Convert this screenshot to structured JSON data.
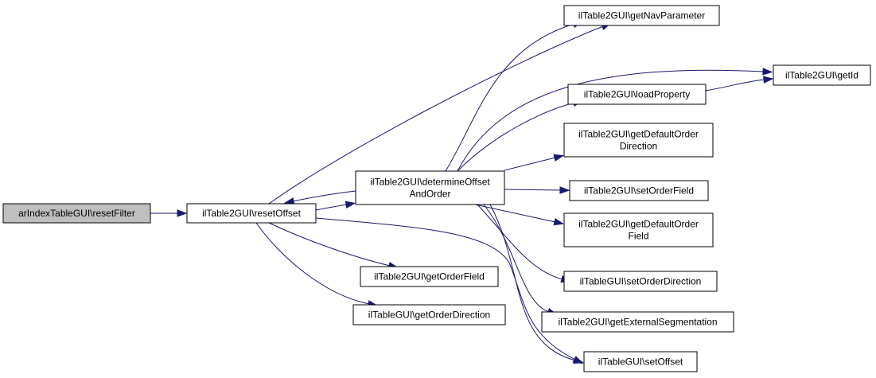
{
  "diagram": {
    "type": "call-graph",
    "colors": {
      "edge": "#191970",
      "root_fill": "#bfbfbf",
      "node_fill": "#ffffff",
      "border": "#000000"
    },
    "nodes": [
      {
        "id": "resetFilter",
        "lines": [
          "arIndexTableGUI\\resetFilter"
        ],
        "root": true
      },
      {
        "id": "resetOffset",
        "lines": [
          "ilTable2GUI\\resetOffset"
        ]
      },
      {
        "id": "determineOffsetAndOrder",
        "lines": [
          "ilTable2GUI\\determineOffset",
          "AndOrder"
        ]
      },
      {
        "id": "getOrderField",
        "lines": [
          "ilTable2GUI\\getOrderField"
        ]
      },
      {
        "id": "getOrderDirection",
        "lines": [
          "ilTableGUI\\getOrderDirection"
        ]
      },
      {
        "id": "getNavParameter",
        "lines": [
          "ilTable2GUI\\getNavParameter"
        ]
      },
      {
        "id": "loadProperty",
        "lines": [
          "ilTable2GUI\\loadProperty"
        ]
      },
      {
        "id": "getDefaultOrderDirection",
        "lines": [
          "ilTable2GUI\\getDefaultOrder",
          "Direction"
        ]
      },
      {
        "id": "setOrderField",
        "lines": [
          "ilTable2GUI\\setOrderField"
        ]
      },
      {
        "id": "getDefaultOrderField",
        "lines": [
          "ilTable2GUI\\getDefaultOrder",
          "Field"
        ]
      },
      {
        "id": "setOrderDirection",
        "lines": [
          "ilTableGUI\\setOrderDirection"
        ]
      },
      {
        "id": "getExternalSegmentation",
        "lines": [
          "ilTable2GUI\\getExternalSegmentation"
        ]
      },
      {
        "id": "setOffset",
        "lines": [
          "ilTableGUI\\setOffset"
        ]
      },
      {
        "id": "getId",
        "lines": [
          "ilTable2GUI\\getId"
        ]
      }
    ],
    "edges": [
      {
        "from": "resetFilter",
        "to": "resetOffset"
      },
      {
        "from": "resetOffset",
        "to": "determineOffsetAndOrder"
      },
      {
        "from": "determineOffsetAndOrder",
        "to": "resetOffset"
      },
      {
        "from": "resetOffset",
        "to": "getNavParameter"
      },
      {
        "from": "resetOffset",
        "to": "getOrderField"
      },
      {
        "from": "resetOffset",
        "to": "getOrderDirection"
      },
      {
        "from": "resetOffset",
        "to": "setOffset"
      },
      {
        "from": "determineOffsetAndOrder",
        "to": "getNavParameter"
      },
      {
        "from": "determineOffsetAndOrder",
        "to": "getId"
      },
      {
        "from": "determineOffsetAndOrder",
        "to": "loadProperty"
      },
      {
        "from": "determineOffsetAndOrder",
        "to": "getDefaultOrderDirection"
      },
      {
        "from": "determineOffsetAndOrder",
        "to": "setOrderField"
      },
      {
        "from": "determineOffsetAndOrder",
        "to": "getDefaultOrderField"
      },
      {
        "from": "determineOffsetAndOrder",
        "to": "setOrderDirection"
      },
      {
        "from": "determineOffsetAndOrder",
        "to": "getExternalSegmentation"
      },
      {
        "from": "determineOffsetAndOrder",
        "to": "setOffset"
      },
      {
        "from": "loadProperty",
        "to": "getId"
      }
    ]
  }
}
